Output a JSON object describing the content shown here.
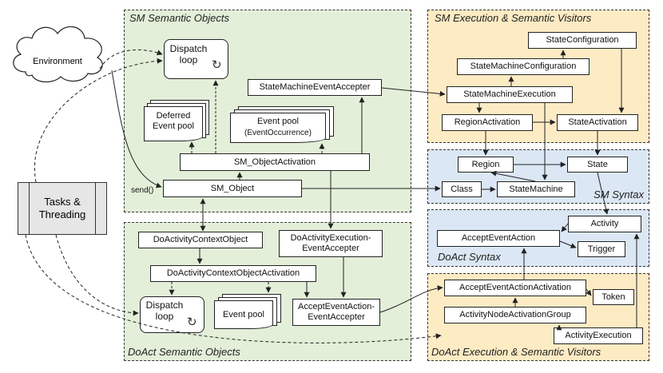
{
  "panels": {
    "sm_semantic": "SM Semantic Objects",
    "sm_execution": "SM Execution & Semantic Visitors",
    "sm_syntax": "SM Syntax",
    "doact_syntax": "DoAct Syntax",
    "doact_semantic": "DoAct Semantic Objects",
    "doact_execution": "DoAct Execution & Semantic Visitors"
  },
  "external": {
    "environment": "Environment",
    "tasks": "Tasks &\nThreading",
    "send": "send()"
  },
  "sm_semantic": {
    "dispatch_loop": "Dispatch\nloop",
    "deferred_pool": "Deferred\nEvent pool",
    "event_pool_title": "Event pool",
    "event_pool_sub": "(EventOccurrence)",
    "event_accepter": "StateMachineEventAccepter",
    "object_activation": "SM_ObjectActivation",
    "sm_object": "SM_Object"
  },
  "sm_execution": {
    "state_configuration": "StateConfiguration",
    "sm_configuration": "StateMachineConfiguration",
    "sm_execution": "StateMachineExecution",
    "region_activation": "RegionActivation",
    "state_activation": "StateActivation"
  },
  "sm_syntax": {
    "region": "Region",
    "state": "State",
    "class": "Class",
    "state_machine": "StateMachine"
  },
  "doact_syntax": {
    "activity": "Activity",
    "accept_event_action": "AcceptEventAction",
    "trigger": "Trigger"
  },
  "doact_semantic": {
    "context_object": "DoActivityContextObject",
    "execution_accepter": "DoActivityExecution-\nEventAccepter",
    "context_object_activation": "DoActivityContextObjectActivation",
    "dispatch_loop": "Dispatch\nloop",
    "event_pool": "Event pool",
    "accept_event_accepter": "AcceptEventAction-\nEventAccepter"
  },
  "doact_execution": {
    "accept_activation": "AcceptEventActionActivation",
    "token": "Token",
    "node_activation_group": "ActivityNodeActivationGroup",
    "activity_execution": "ActivityExecution"
  },
  "icons": {
    "loop": "cycle-arrows-icon"
  },
  "colors": {
    "semantic_bg": "#e3efd9",
    "execution_bg": "#fdebc4",
    "syntax_bg": "#dbe7f4",
    "tasks_bg": "#e6e6e6",
    "line": "#222222"
  }
}
